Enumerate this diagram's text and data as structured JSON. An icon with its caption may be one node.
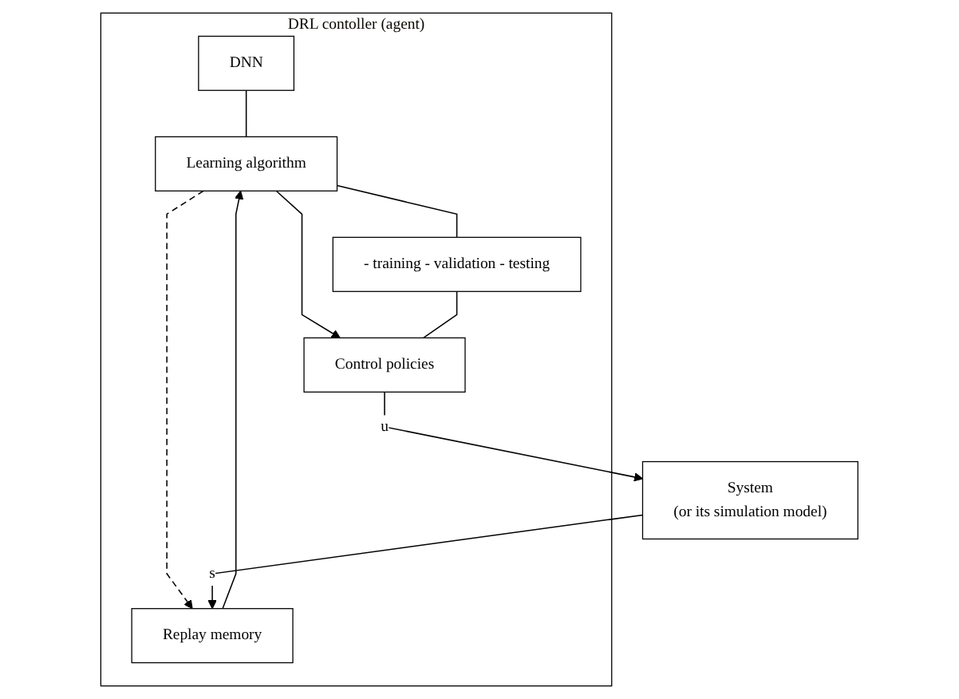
{
  "diagram": {
    "nodes": [
      {
        "text": [
          "DRL contoller (agent)"
        ]
      },
      {
        "text": [
          "DNN"
        ],
        "in": 0
      },
      {
        "text": [
          "Learning algorithm"
        ],
        "in": 0
      },
      {
        "text": [
          "- training - validation - testing"
        ],
        "in": 0
      },
      {
        "text": [
          "Replay memory"
        ],
        "in": 0
      },
      {
        "text": [
          "Control policies"
        ],
        "in": 0
      },
      {
        "text": [
          "System",
          "(or its simulation model)"
        ]
      }
    ],
    "edges": [
      {
        "from": 1,
        "to": 2,
        "arrow": "none"
      },
      {
        "from": 2,
        "to": 3,
        "arrow": "none"
      },
      {
        "from": 4,
        "to": 2,
        "arrow": "to"
      },
      {
        "from": 2,
        "to": 4,
        "arrow": "to",
        "style": "dashed"
      },
      {
        "from": 2,
        "to": 5,
        "arrow": "to"
      },
      {
        "from": 3,
        "to": 5,
        "arrow": "none"
      },
      {
        "from": 6,
        "to": 4,
        "arrow": "to",
        "label": "s"
      },
      {
        "from": 5,
        "to": 6,
        "arrow": "to",
        "label": "u"
      }
    ]
  }
}
